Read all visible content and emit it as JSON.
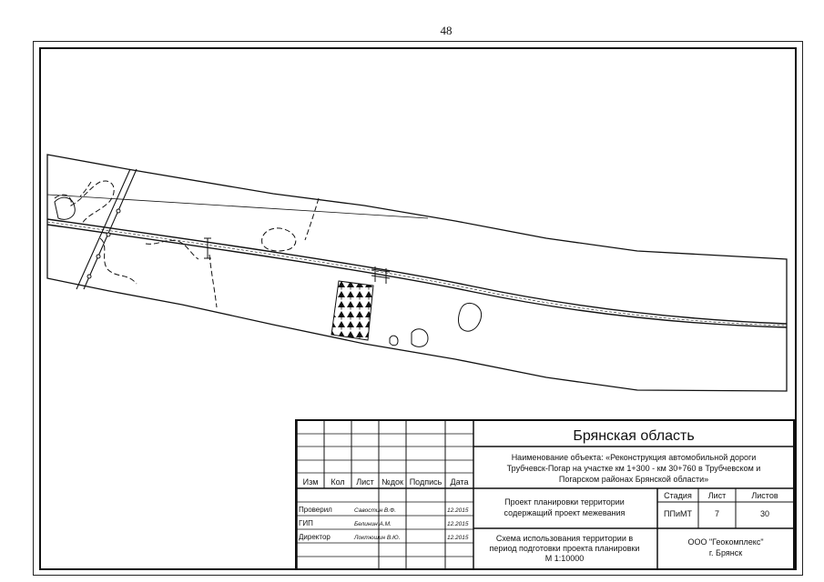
{
  "page_number": "48",
  "title_block": {
    "region": "Брянская область",
    "object_lines": [
      "Наименование объекта: «Реконструкция автомобильной дороги",
      "Трубчевск-Погар на участке км 1+300 - км 30+760 в Трубчевском и",
      "Погарском районах Брянской области»"
    ],
    "columns": [
      "Изм",
      "Кол",
      "Лист",
      "№док",
      "Подпись",
      "Дата"
    ],
    "signers": [
      {
        "role": "Проверил",
        "name": "Савостин В.Ф.",
        "date": "12.2015"
      },
      {
        "role": "ГИП",
        "name": "Белинин А.М.",
        "date": "12.2015"
      },
      {
        "role": "Директор",
        "name": "Локтюшин В.Ю.",
        "date": "12.2015"
      }
    ],
    "project_lines": [
      "Проект планировки территории",
      "содержащий проект межевания"
    ],
    "stage_label": "Стадия",
    "sheet_label": "Лист",
    "sheets_label": "Листов",
    "stage_value": "ППиМТ",
    "sheet_value": "7",
    "sheets_value": "30",
    "drawing_lines": [
      "Схема использования территории в",
      "период подготовки проекта планировки",
      "М 1:10000"
    ],
    "company_lines": [
      "ООО \"Геокомплекс\"",
      "г. Брянск"
    ]
  },
  "colors": {
    "line": "#111111",
    "paper": "#ffffff"
  }
}
